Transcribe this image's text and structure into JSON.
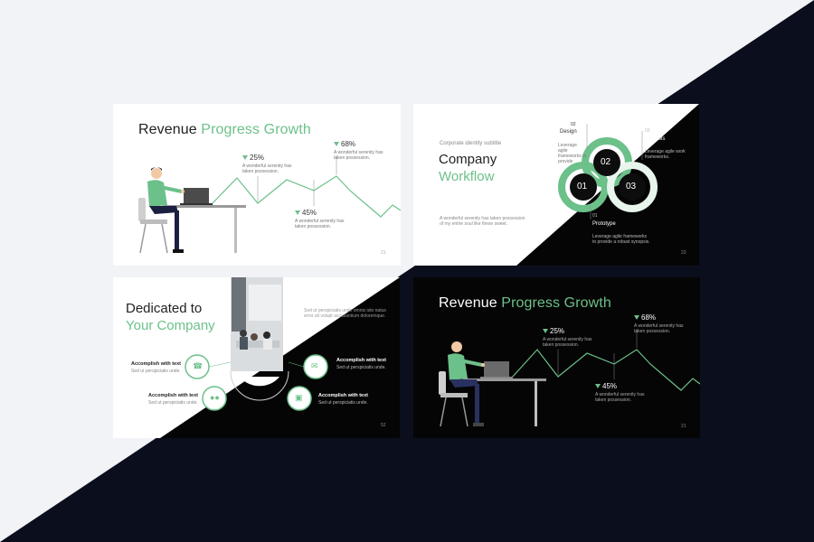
{
  "colors": {
    "accent": "#6cc08a",
    "light_bg": "#f2f3f7",
    "dark_bg": "#0b0e1c",
    "slide_white": "#ffffff",
    "slide_black": "#050505"
  },
  "slide1": {
    "title_part1": "Revenue ",
    "title_part2": "Progress Growth",
    "stat1": {
      "value": "25%",
      "text": "A wonderful serenity has taken possession."
    },
    "stat2": {
      "value": "68%",
      "text": "A wonderful serenity has taken possession."
    },
    "stat3": {
      "value": "45%",
      "text": "A wonderful serenity has taken possession."
    },
    "page_number": "21"
  },
  "slide2": {
    "subtitle": "Corporate identity subtitle",
    "title_line1": "Company",
    "title_line2": "Workflow",
    "description": "A wonderful serenity has taken possession of my entire soul like these sweet.",
    "step1": {
      "number": "01",
      "label": "Prototype",
      "small_number": "01",
      "text": "Leverage agile frameworks to provide a robust synopsis."
    },
    "step2": {
      "number": "02",
      "label": "Design",
      "small_number": "02",
      "text": "Leverage agile frameworks to provide"
    },
    "step3": {
      "number": "03",
      "label": "Analysis",
      "small_number": "03",
      "text": "Leverage agile work frameworks."
    },
    "page_number": "23"
  },
  "slide3": {
    "title_line1": "Dedicated to",
    "title_line2": "Your Company",
    "intro_text": "Sed ut perspiciatis unde omnis iste natus error sit volupt accusantium doloremque.",
    "items": [
      {
        "title": "Accomplish with text",
        "text": "Sed ut perspiciatis unde.",
        "icon": "phone-icon"
      },
      {
        "title": "Accomplish with text",
        "text": "Sed ut perspiciatis unde.",
        "icon": "users-icon"
      },
      {
        "title": "Accomplish with text",
        "text": "Sed ut perspiciatis unde.",
        "icon": "chat-icon"
      },
      {
        "title": "Accomplish with text",
        "text": "Sed ut perspiciatis unde.",
        "icon": "briefcase-icon"
      }
    ],
    "page_number": "52"
  },
  "slide4": {
    "title_part1": "Revenue ",
    "title_part2": "Progress Growth",
    "stat1": {
      "value": "25%",
      "text": "A wonderful serenity has taken possession."
    },
    "stat2": {
      "value": "68%",
      "text": "A wonderful serenity has taken possession."
    },
    "stat3": {
      "value": "45%",
      "text": "A wonderful serenity has taken possession."
    },
    "page_number": "21"
  }
}
